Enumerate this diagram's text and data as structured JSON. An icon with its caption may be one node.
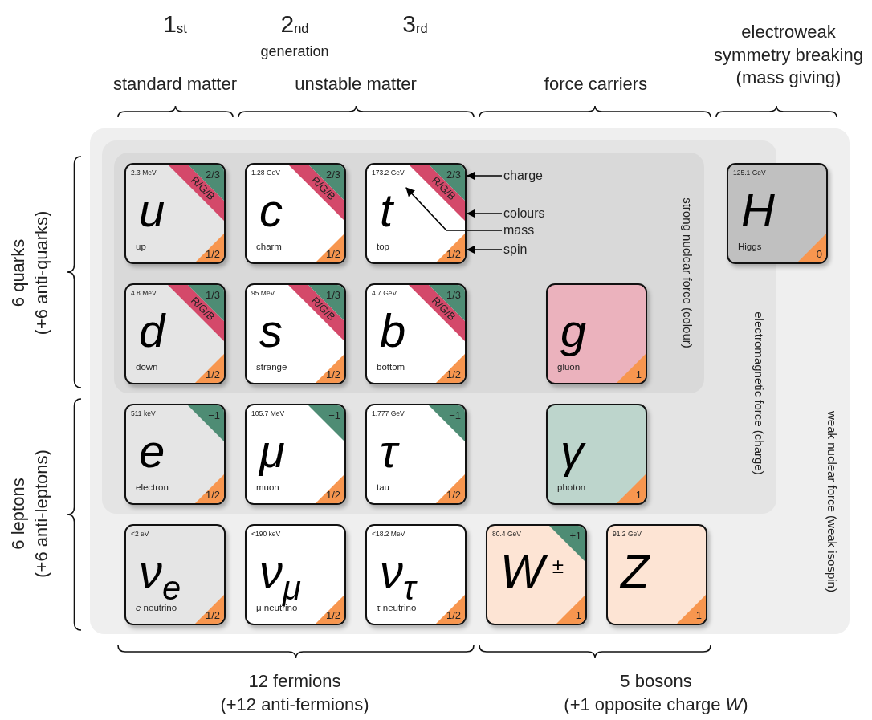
{
  "diagram": {
    "nodes": [
      {
        "text": [
          "weak nuclear force (weak isospin)"
        ]
      },
      {
        "text": [
          "electromagnetic force (charge)"
        ],
        "in": 0
      },
      {
        "text": [
          "strong nuclear force (colour)"
        ],
        "in": 1
      },
      {
        "text": [
          "2.3 MeV",
          "2/3",
          "R/G/B",
          "u",
          "up",
          "1/2"
        ],
        "in": 2
      },
      {
        "text": [
          "1.28 GeV",
          "2/3",
          "R/G/B",
          "c",
          "charm",
          "1/2"
        ],
        "in": 2
      },
      {
        "text": [
          "173.2 GeV",
          "2/3",
          "R/G/B",
          "t",
          "top",
          "1/2"
        ],
        "in": 2
      },
      {
        "text": [
          "4.8 MeV",
          "−1/3",
          "R/G/B",
          "d",
          "down",
          "1/2"
        ],
        "in": 2
      },
      {
        "text": [
          "95 MeV",
          "−1/3",
          "R/G/B",
          "s",
          "strange",
          "1/2"
        ],
        "in": 2
      },
      {
        "text": [
          "4.7 GeV",
          "−1/3",
          "R/G/B",
          "b",
          "bottom",
          "1/2"
        ],
        "in": 2
      },
      {
        "text": [
          "g",
          "gluon",
          "1"
        ],
        "in": 2
      },
      {
        "text": [
          "511 keV",
          "−1",
          "e",
          "electron",
          "1/2"
        ],
        "in": 1
      },
      {
        "text": [
          "105.7 MeV",
          "−1",
          "μ",
          "muon",
          "1/2"
        ],
        "in": 1
      },
      {
        "text": [
          "1.777 GeV",
          "−1",
          "τ",
          "tau",
          "1/2"
        ],
        "in": 1
      },
      {
        "text": [
          "γ",
          "photon",
          "1"
        ],
        "in": 1
      },
      {
        "text": [
          "<2 eV",
          "ν$_{e}$",
          "*e* neutrino",
          "1/2"
        ],
        "in": 0
      },
      {
        "text": [
          "<190 keV",
          "ν$_{μ}$",
          "μ neutrino",
          "1/2"
        ],
        "in": 0
      },
      {
        "text": [
          "<18.2 MeV",
          "ν$_{τ}$",
          "τ neutrino",
          "1/2"
        ],
        "in": 0
      },
      {
        "text": [
          "80.4 GeV",
          "±1",
          "W$^{±}$",
          "1"
        ],
        "in": 0
      },
      {
        "text": [
          "91.2 GeV",
          "Z",
          "1"
        ],
        "in": 0
      },
      {
        "text": [
          "125.1 GeV",
          "H",
          "Higgs",
          "0"
        ],
        "in": 0
      },
      {
        "text": [
          "charge"
        ],
        "in": 2
      },
      {
        "text": [
          "colours"
        ],
        "in": 2
      },
      {
        "text": [
          "mass"
        ],
        "in": 2
      },
      {
        "text": [
          "spin"
        ],
        "in": 2
      }
    ],
    "edges": [
      {
        "from": 20,
        "to": 5,
        "arrow": "to"
      },
      {
        "from": 21,
        "to": 5,
        "arrow": "to"
      },
      {
        "from": 22,
        "to": 5,
        "arrow": "to"
      },
      {
        "from": 23,
        "to": 5,
        "arrow": "to"
      }
    ],
    "labels": [
      "1$_{st}$",
      "2$_{nd}$",
      "3$_{rd}$",
      "generation",
      "electroweak symmetry breaking (mass giving)",
      "standard matter",
      "unstable matter",
      "force carriers",
      "6 quarks (+6 anti-quarks)",
      "6 leptons (+6 anti-leptons)",
      "12 fermions (+12 anti-fermions)",
      "5 bosons (+1 opposite charge *W*)"
    ]
  }
}
